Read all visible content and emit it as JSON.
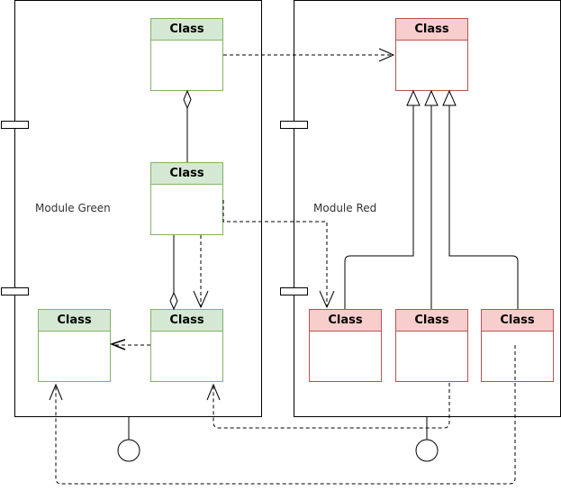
{
  "colors": {
    "green_fill": "#d5e8d4",
    "green_stroke": "#82b366",
    "red_fill": "#f8cecc",
    "red_stroke": "#b85450",
    "line": "#000000"
  },
  "modules": {
    "green": {
      "label": "Module Green"
    },
    "red": {
      "label": "Module Red"
    }
  },
  "classes": {
    "green_top": "Class",
    "green_mid": "Class",
    "green_bottom_left": "Class",
    "green_bottom_right": "Class",
    "red_top": "Class",
    "red_left": "Class",
    "red_mid": "Class",
    "red_right": "Class"
  },
  "interfaces": [
    "provided-interface-green",
    "provided-interface-red"
  ]
}
